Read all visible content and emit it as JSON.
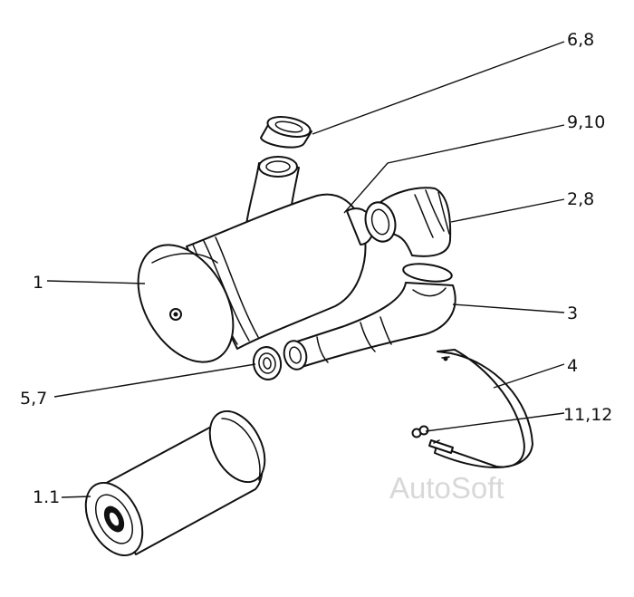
{
  "diagram": {
    "callouts": [
      {
        "id": "c1",
        "label": "1"
      },
      {
        "id": "c1_1",
        "label": "1.1"
      },
      {
        "id": "c2_8",
        "label": "2,8"
      },
      {
        "id": "c3",
        "label": "3"
      },
      {
        "id": "c4",
        "label": "4"
      },
      {
        "id": "c5_7",
        "label": "5,7"
      },
      {
        "id": "c6_8",
        "label": "6,8"
      },
      {
        "id": "c9_10",
        "label": "9,10"
      },
      {
        "id": "c11_12",
        "label": "11,12"
      }
    ],
    "watermark": "AutoSoft"
  }
}
